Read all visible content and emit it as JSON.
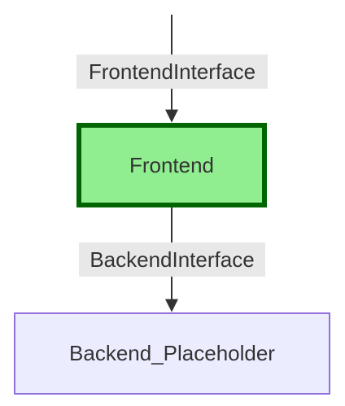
{
  "diagram": {
    "edges": [
      {
        "label": "FrontendInterface",
        "to": "Frontend"
      },
      {
        "label": "BackendInterface",
        "from": "Frontend",
        "to": "Backend_Placeholder"
      }
    ],
    "nodes": [
      {
        "id": "Frontend",
        "label": "Frontend",
        "fill": "#90ee90",
        "stroke": "#006400"
      },
      {
        "id": "Backend_Placeholder",
        "label": "Backend_Placeholder",
        "fill": "#ececff",
        "stroke": "#9370db"
      }
    ],
    "colors": {
      "edge": "#333333",
      "edge_label_bg": "#e8e8e8",
      "text": "#333333"
    }
  }
}
